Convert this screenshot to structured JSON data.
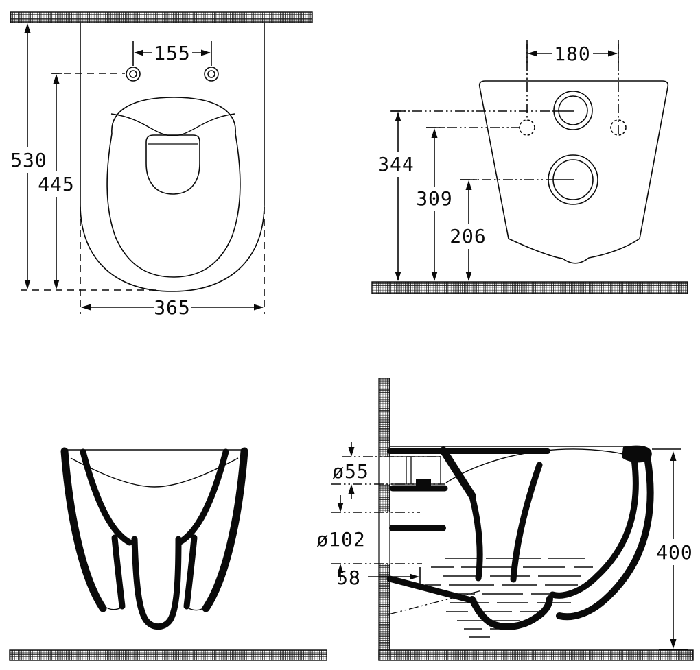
{
  "drawing_type": "technical-dimension-drawing",
  "subject": "wall-hung-toilet-four-views",
  "colors": {
    "line": "#0a0a0a",
    "background": "#ffffff"
  },
  "views": {
    "plan": {
      "hole_spacing": "155",
      "overall_depth": "530",
      "hole_depth": "445",
      "width": "365"
    },
    "rear": {
      "hole_spacing": "180",
      "inlet_height": "344",
      "hole_height": "309",
      "outlet_height": "206"
    },
    "side_section": {
      "inlet_diameter": "ø55",
      "outlet_diameter": "ø102",
      "outlet_offset": "58",
      "rim_height": "400"
    }
  }
}
